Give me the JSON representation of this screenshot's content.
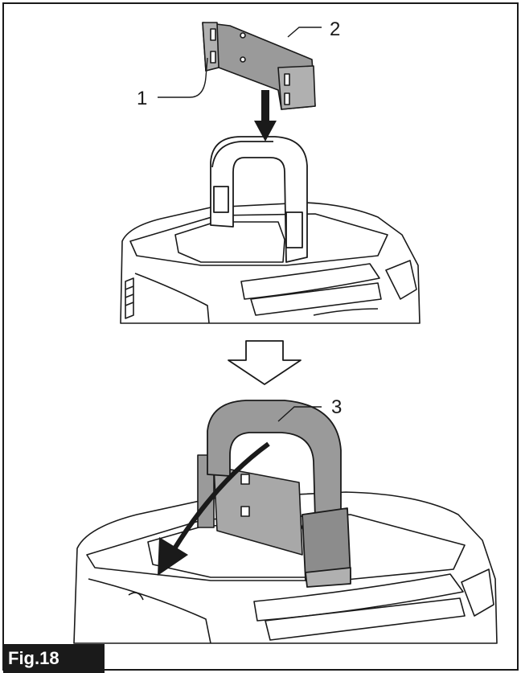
{
  "figure": {
    "label": "Fig.18",
    "callouts": {
      "c1": "1",
      "c2": "2",
      "c3": "3"
    }
  },
  "colors": {
    "outline": "#1a1a1a",
    "part_fill": "#9a9a9a",
    "body_fill": "#ffffff",
    "label_bg": "#1a1a1a",
    "label_text": "#ffffff"
  },
  "icons": [
    "down-arrow-icon",
    "hollow-down-arrow-icon",
    "curved-arrow-icon"
  ]
}
